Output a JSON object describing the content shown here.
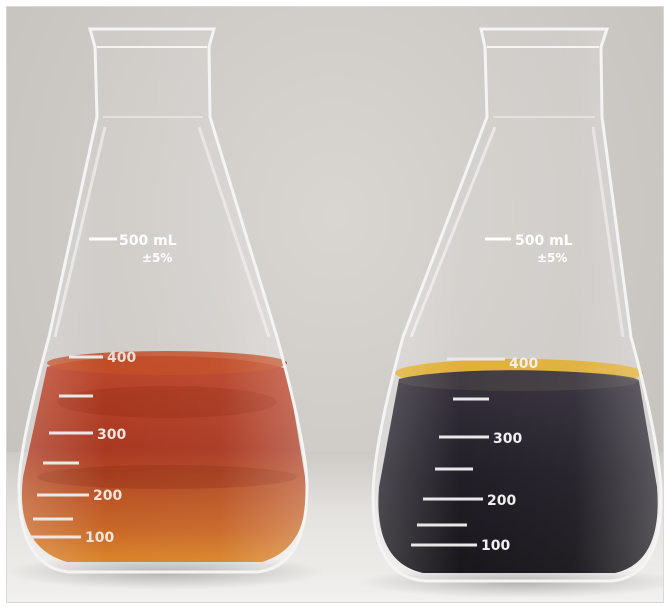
{
  "flasks": [
    {
      "liquid_color": "#a52a0a",
      "capacity_label": "500 mL",
      "tolerance_label": "±5%",
      "marks": [
        "400",
        "300",
        "200",
        "100"
      ]
    },
    {
      "liquid_color": "#15121a",
      "capacity_label": "500 mL",
      "tolerance_label": "±5%",
      "marks": [
        "400",
        "300",
        "200",
        "100"
      ]
    }
  ]
}
